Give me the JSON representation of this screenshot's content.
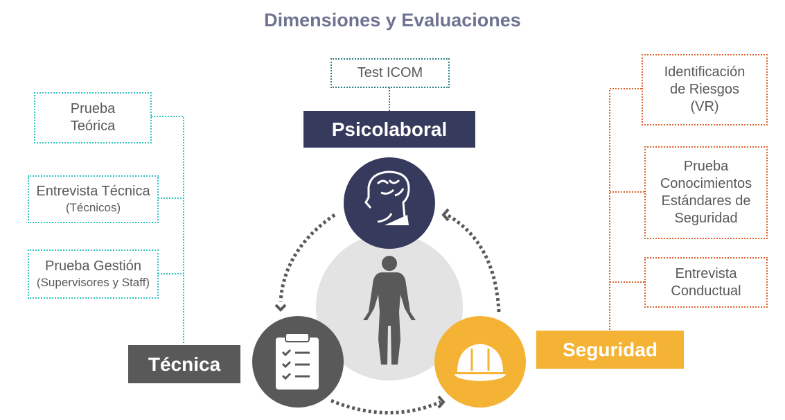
{
  "title": "Dimensiones y Evaluaciones",
  "psicolaboral": {
    "label": "Psicolaboral",
    "items": [
      {
        "line1": "Test ICOM"
      }
    ]
  },
  "tecnica": {
    "label": "Técnica",
    "items": [
      {
        "line1": "Prueba",
        "line2": "Teórica"
      },
      {
        "line1": "Entrevista Técnica",
        "line2": "(Técnicos)"
      },
      {
        "line1": "Prueba Gestión",
        "line2": "(Supervisores y Staff)"
      }
    ]
  },
  "seguridad": {
    "label": "Seguridad",
    "items": [
      {
        "line1": "Identificación",
        "line2": "de Riesgos",
        "line3": "(VR)"
      },
      {
        "line1": "Prueba",
        "line2": "Conocimientos",
        "line3": "Estándares de",
        "line4": "Seguridad"
      },
      {
        "line1": "Entrevista",
        "line2": "Conductual"
      }
    ]
  },
  "colors": {
    "psicolaboral": "#363a5c",
    "tecnica": "#595959",
    "seguridad": "#f5b335",
    "teal": "#2fc4c0",
    "orange": "#e0622a"
  }
}
